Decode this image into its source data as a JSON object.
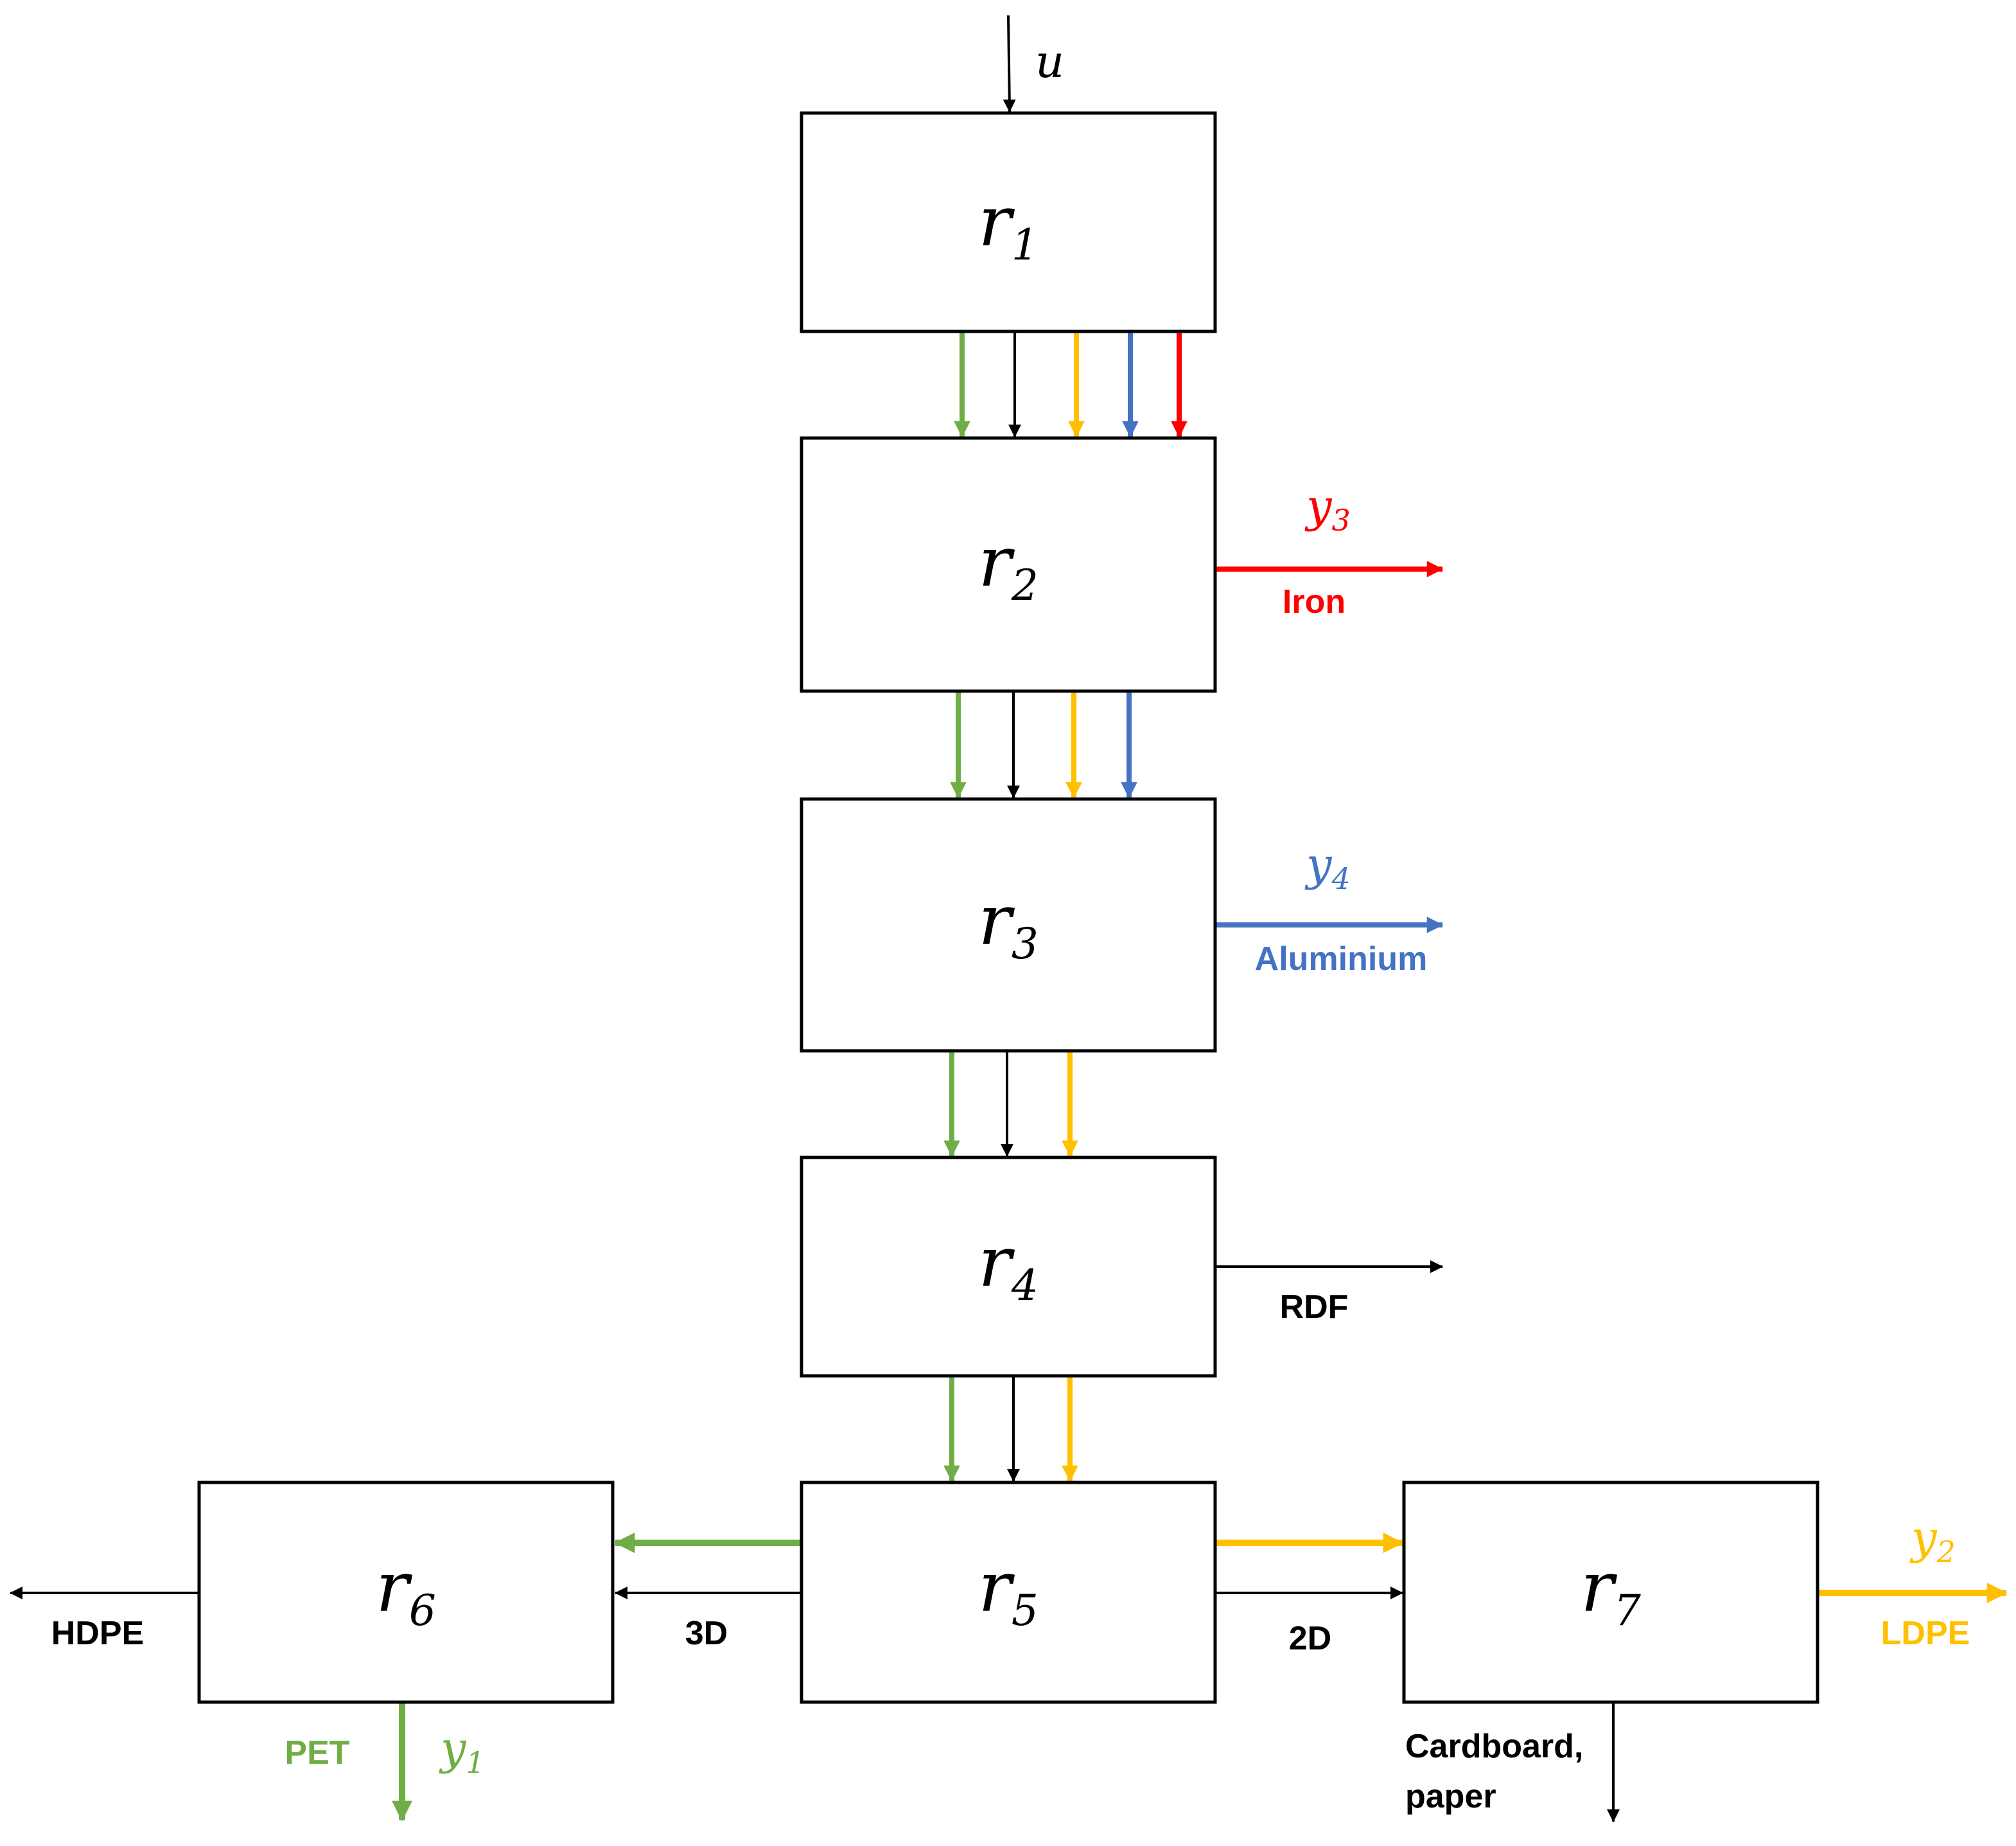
{
  "diagram": {
    "input": {
      "symbol": "u"
    },
    "blocks": [
      {
        "id": "r1",
        "symbol": "r",
        "index": "1"
      },
      {
        "id": "r2",
        "symbol": "r",
        "index": "2"
      },
      {
        "id": "r3",
        "symbol": "r",
        "index": "3"
      },
      {
        "id": "r4",
        "symbol": "r",
        "index": "4"
      },
      {
        "id": "r5",
        "symbol": "r",
        "index": "5"
      },
      {
        "id": "r6",
        "symbol": "r",
        "index": "6"
      },
      {
        "id": "r7",
        "symbol": "r",
        "index": "7"
      }
    ],
    "outputs": {
      "iron": {
        "symbol": "y",
        "index": "3",
        "label": "Iron",
        "color": "#ff0000"
      },
      "aluminium": {
        "symbol": "y",
        "index": "4",
        "label": "Aluminium",
        "color": "#4472c4"
      },
      "rdf": {
        "label": "RDF",
        "color": "#000000"
      },
      "pet": {
        "symbol": "y",
        "index": "1",
        "label": "PET",
        "color": "#70ad47"
      },
      "hdpe": {
        "label": "HDPE",
        "color": "#000000"
      },
      "ldpe": {
        "symbol": "y",
        "index": "2",
        "label": "LDPE",
        "color": "#ffc000"
      },
      "cardboard": {
        "label_line1": "Cardboard,",
        "label_line2": "paper",
        "color": "#000000"
      }
    },
    "flows": {
      "to_r6": {
        "label": "3D"
      },
      "to_r7": {
        "label": "2D"
      }
    },
    "colors": {
      "green": "#70ad47",
      "black": "#000000",
      "yellow": "#ffc000",
      "blue": "#4472c4",
      "red": "#ff0000"
    }
  }
}
